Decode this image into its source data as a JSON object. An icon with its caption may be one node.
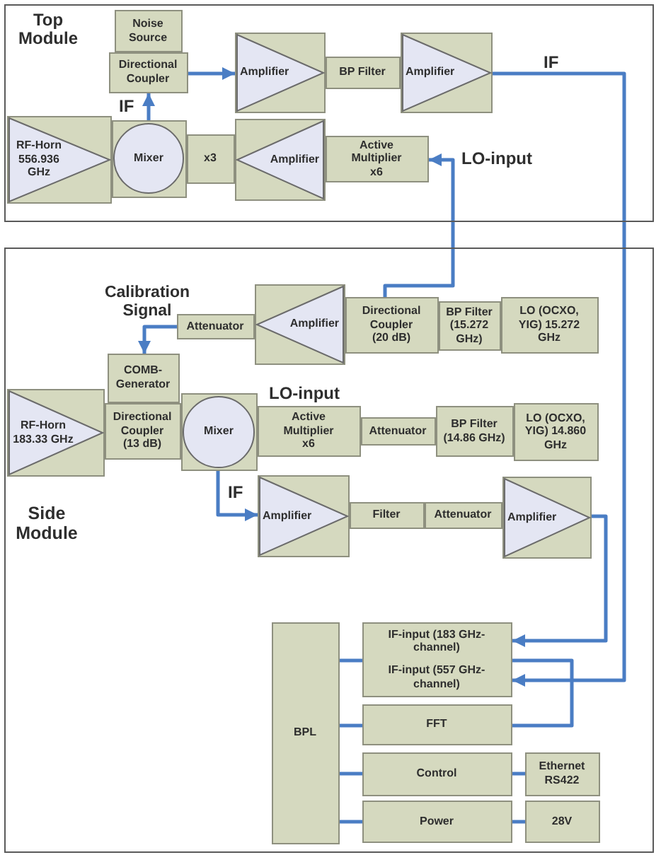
{
  "diagram": {
    "nodes": [
      {
        "text": [
          "Top Module"
        ]
      },
      {
        "text": [
          "Noise Source"
        ],
        "in": 0
      },
      {
        "text": [
          "Directional Coupler"
        ],
        "in": 0
      },
      {
        "text": [
          "Amplifier"
        ],
        "in": 0
      },
      {
        "text": [
          "BP Filter"
        ],
        "in": 0
      },
      {
        "text": [
          "Amplifier"
        ],
        "in": 0
      },
      {
        "text": [
          "RF-Horn 556.936 GHz"
        ],
        "in": 0
      },
      {
        "text": [
          "Mixer"
        ],
        "in": 0
      },
      {
        "text": [
          "x3"
        ],
        "in": 0
      },
      {
        "text": [
          "Amplifier"
        ],
        "in": 0
      },
      {
        "text": [
          "Active Multiplier x6"
        ],
        "in": 0
      },
      {
        "text": [
          "Side Module"
        ]
      },
      {
        "text": [
          "Attenuator"
        ],
        "in": 11
      },
      {
        "text": [
          "Amplifier"
        ],
        "in": 11
      },
      {
        "text": [
          "Directional Coupler (20 dB)"
        ],
        "in": 11
      },
      {
        "text": [
          "BP Filter (15.272 GHz)"
        ],
        "in": 11
      },
      {
        "text": [
          "LO (OCXO, YIG) 15.272 GHz"
        ],
        "in": 11
      },
      {
        "text": [
          "COMB-Generator"
        ],
        "in": 11
      },
      {
        "text": [
          "RF-Horn 183.33 GHz"
        ],
        "in": 11
      },
      {
        "text": [
          "Directional Coupler (13 dB)"
        ],
        "in": 11
      },
      {
        "text": [
          "Mixer"
        ],
        "in": 11
      },
      {
        "text": [
          "Active Multiplier x6"
        ],
        "in": 11
      },
      {
        "text": [
          "Attenuator"
        ],
        "in": 11
      },
      {
        "text": [
          "BP Filter (14.86 GHz)"
        ],
        "in": 11
      },
      {
        "text": [
          "LO (OCXO, YIG) 14.860 GHz"
        ],
        "in": 11
      },
      {
        "text": [
          "Amplifier"
        ],
        "in": 11
      },
      {
        "text": [
          "Filter"
        ],
        "in": 11
      },
      {
        "text": [
          "Attenuator"
        ],
        "in": 11
      },
      {
        "text": [
          "Amplifier"
        ],
        "in": 11
      },
      {
        "text": [
          "BPL"
        ],
        "in": 11
      },
      {
        "text": [
          "IF-input (183 GHz-channel)",
          "IF-input (557 GHz-channel)"
        ],
        "in": 11
      },
      {
        "text": [
          "FFT"
        ],
        "in": 11
      },
      {
        "text": [
          "Control"
        ],
        "in": 11
      },
      {
        "text": [
          "Ethernet RS422"
        ],
        "in": 11
      },
      {
        "text": [
          "Power"
        ],
        "in": 11
      },
      {
        "text": [
          "28V"
        ],
        "in": 11
      }
    ],
    "edges": [
      {
        "from": 7,
        "to": 2,
        "arrow": "to",
        "label": "IF"
      },
      {
        "from": 2,
        "to": 3,
        "arrow": "to"
      },
      {
        "from": 5,
        "to": 30,
        "arrow": "to",
        "label": "IF"
      },
      {
        "from": 14,
        "to": 10,
        "arrow": "to",
        "label": "LO-input"
      },
      {
        "from": 12,
        "to": 17,
        "arrow": "to",
        "label": "Calibration Signal"
      },
      {
        "from": 20,
        "to": 25,
        "arrow": "to",
        "label": "IF"
      },
      {
        "from": 28,
        "to": 30,
        "arrow": "to"
      },
      {
        "from": 29,
        "to": 30,
        "arrow": "none"
      },
      {
        "from": 29,
        "to": 31,
        "arrow": "none"
      },
      {
        "from": 29,
        "to": 32,
        "arrow": "none"
      },
      {
        "from": 29,
        "to": 34,
        "arrow": "none"
      },
      {
        "from": 32,
        "to": 33,
        "arrow": "none"
      },
      {
        "from": 34,
        "to": 35,
        "arrow": "none"
      },
      {
        "from": 30,
        "to": 31,
        "arrow": "none"
      }
    ],
    "labels": [
      "LO-input"
    ]
  }
}
